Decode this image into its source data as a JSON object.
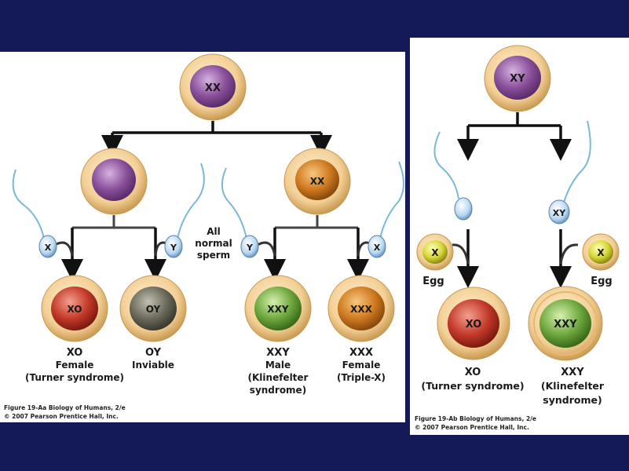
{
  "panel_a": {
    "parent_cell": "XX",
    "daughter_left": "",
    "daughter_right": "XX",
    "middle_label": [
      "All",
      "normal",
      "sperm"
    ],
    "sperm": [
      "X",
      "Y",
      "Y",
      "X"
    ],
    "offspring": [
      {
        "karyotype": "XO",
        "genotype": "XO",
        "line1": "Female",
        "line2": "(Turner syndrome)",
        "line3": ""
      },
      {
        "karyotype": "OY",
        "genotype": "OY",
        "line1": "Inviable",
        "line2": "",
        "line3": ""
      },
      {
        "karyotype": "XXY",
        "genotype": "XXY",
        "line1": "Male",
        "line2": "(Klinefelter",
        "line3": "syndrome)"
      },
      {
        "karyotype": "XXX",
        "genotype": "XXX",
        "line1": "Female",
        "line2": "(Triple-X)",
        "line3": ""
      }
    ],
    "caption": [
      "Figure 19-Aa  Biology of Humans, 2/e",
      "© 2007 Pearson Prentice Hall, Inc."
    ]
  },
  "panel_b": {
    "parent_cell": "XY",
    "sperm": [
      "",
      "XY"
    ],
    "eggs": [
      {
        "chrom": "X",
        "label": "Egg"
      },
      {
        "chrom": "X",
        "label": "Egg"
      }
    ],
    "offspring": [
      {
        "karyotype": "XO",
        "genotype": "XO",
        "line1": "(Turner syndrome)",
        "line2": ""
      },
      {
        "karyotype": "XXY",
        "genotype": "XXY",
        "line1": "(Klinefelter",
        "line2": "syndrome)"
      }
    ],
    "caption": [
      "Figure 19-Ab  Biology of Humans, 2/e",
      "© 2007 Pearson Prentice Hall, Inc."
    ]
  },
  "colors": {
    "background": "#141a57",
    "purple": "#8a4f9a",
    "orange": "#d07a20",
    "red": "#c33a2a",
    "gray": "#6c6a5c",
    "green": "#6ea83e",
    "yellow": "#d8d83a",
    "membrane": "#f0c88a"
  }
}
